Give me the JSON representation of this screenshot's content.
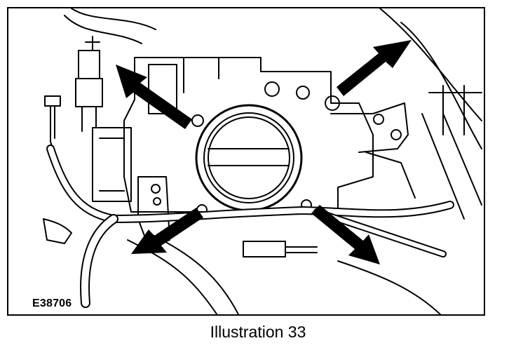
{
  "figure": {
    "id_label": "E38706",
    "caption": "Illustration 33"
  },
  "callouts": [
    {
      "name": "arrow-upper-left-bolt",
      "points_to": "upper-left-bolt"
    },
    {
      "name": "arrow-upper-right-bolt",
      "points_to": "upper-right-bolt"
    },
    {
      "name": "arrow-lower-left-bolt",
      "points_to": "lower-left-bolt"
    },
    {
      "name": "arrow-lower-right-bolt",
      "points_to": "lower-right-bolt"
    }
  ],
  "colors": {
    "ink": "#000000",
    "paper": "#ffffff"
  }
}
